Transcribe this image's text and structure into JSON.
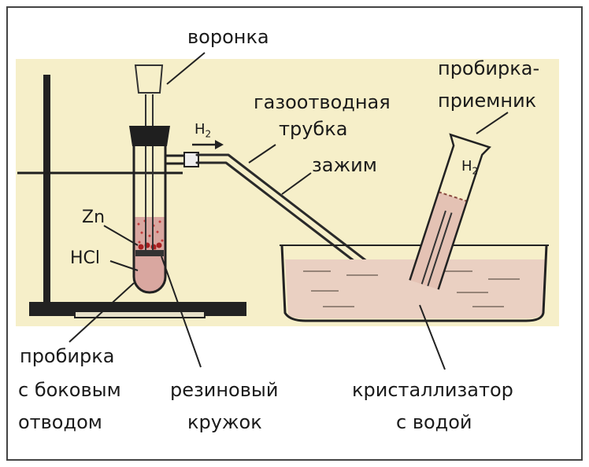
{
  "labels": {
    "funnel": "воронка",
    "gas_tube_line1": "газоотводная",
    "gas_tube_line2": "трубка",
    "clamp": "зажим",
    "receiver_line1": "пробирка-",
    "receiver_line2": "приемник",
    "tube_line1": "пробирка",
    "tube_line2": "с боковым",
    "tube_line3": "отводом",
    "rubber_line1": "резиновый",
    "rubber_line2": "кружок",
    "crystallizer_line1": "кристаллизатор",
    "crystallizer_line2": "с водой",
    "zinc": "Zn",
    "acid": "HCl",
    "hydrogen_flow": "H",
    "hydrogen_flow_sub": "2",
    "hydrogen_receiver": "H",
    "hydrogen_receiver_sub": "2"
  },
  "colors": {
    "paper": "#f6efc9",
    "ink": "#2a2a2a",
    "liquid_red": "#c23a3a",
    "water": "#e8c6b8"
  }
}
